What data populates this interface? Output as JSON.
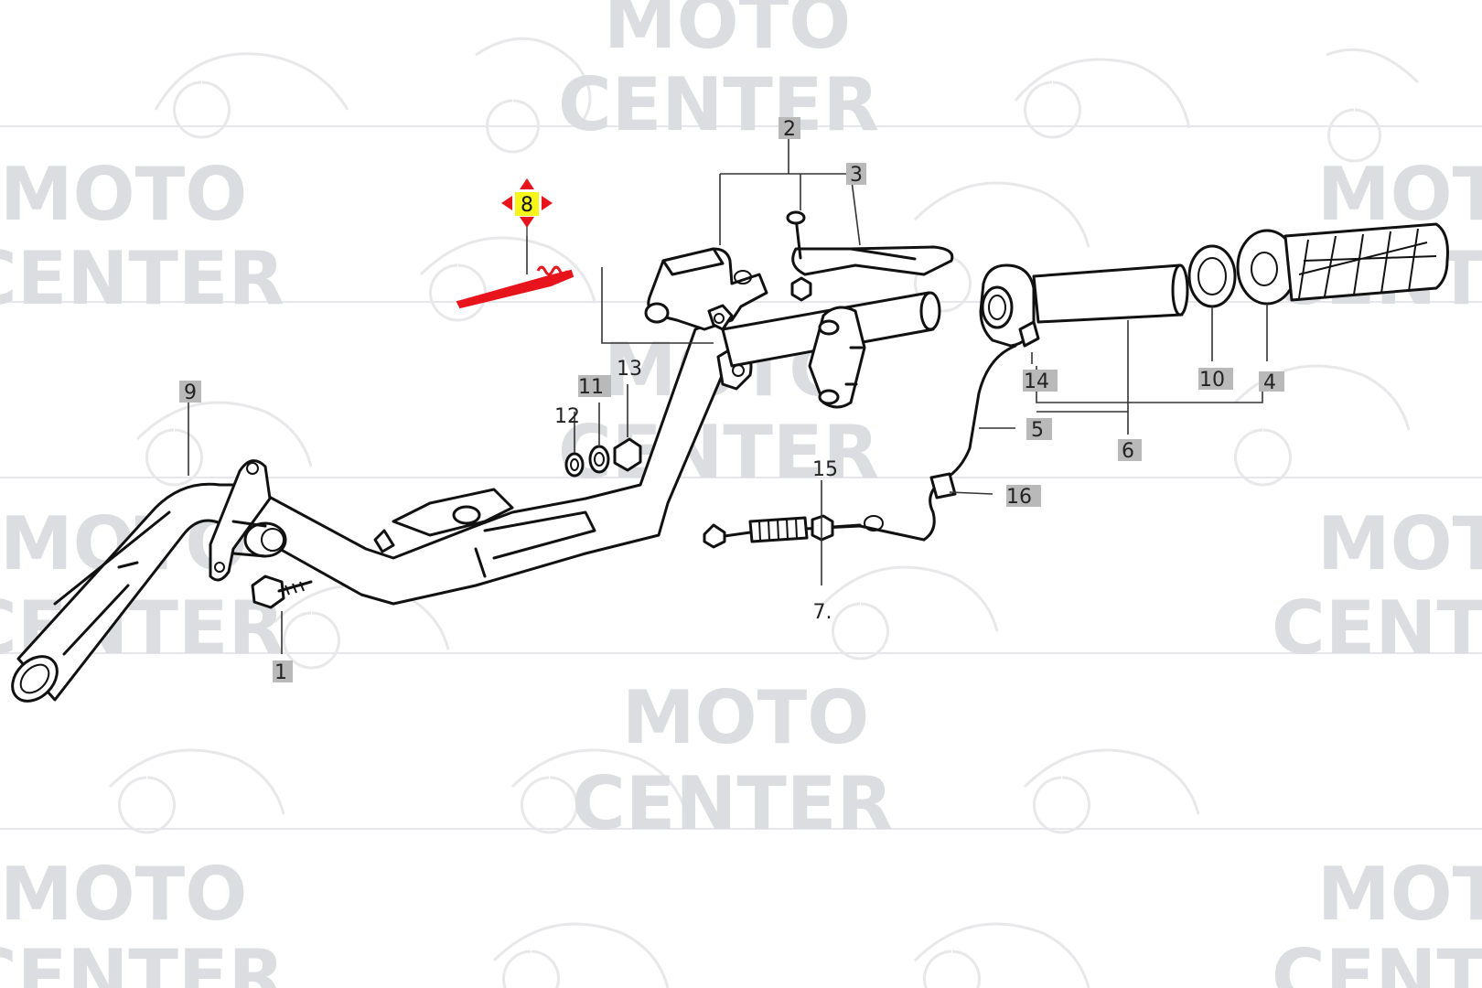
{
  "watermark": {
    "line1": "MOTO",
    "line2": "CENTER"
  },
  "callouts": {
    "c1": "1",
    "c2": "2",
    "c3": "3",
    "c4": "4",
    "c5": "5",
    "c6": "6",
    "c7": "7.",
    "c8": "8",
    "c9": "9",
    "c10": "10",
    "c11": "11",
    "c12": "12",
    "c13": "13",
    "c14": "14",
    "c15": "15",
    "c16": "16"
  },
  "colors": {
    "highlight": "#e8141c",
    "highlight_badge": "#f5f51a",
    "label_badge": "#b9b9b9",
    "watermark": "#dcdde1"
  }
}
